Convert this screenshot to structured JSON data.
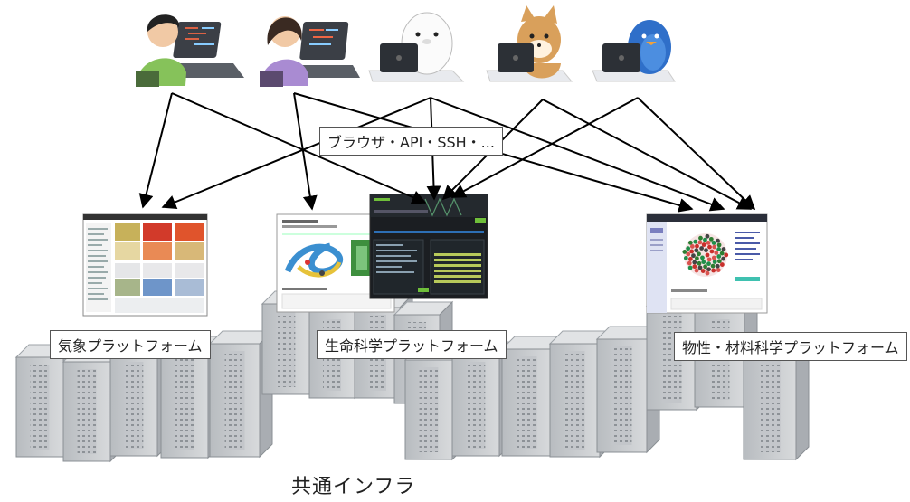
{
  "access_label": "ブラウザ・API・SSH・...",
  "platforms": [
    {
      "label": "気象プラットフォーム"
    },
    {
      "label": "生命科学プラットフォーム"
    },
    {
      "label": "物性・材料科学プラットフォーム"
    }
  ],
  "infra_label": "共通インフラ",
  "users": [
    {
      "icon": "person-green-shirt-laptop-icon"
    },
    {
      "icon": "person-purple-shirt-laptop-icon"
    },
    {
      "icon": "seal-laptop-icon"
    },
    {
      "icon": "shiba-dog-laptop-icon"
    },
    {
      "icon": "blue-bird-laptop-icon"
    }
  ],
  "colors": {
    "server": "#c9ccd0",
    "server_dark": "#9ea3a8",
    "arrow": "#000000",
    "dark_screen": "#1b1e22",
    "accent_green": "#6fbf3a"
  }
}
